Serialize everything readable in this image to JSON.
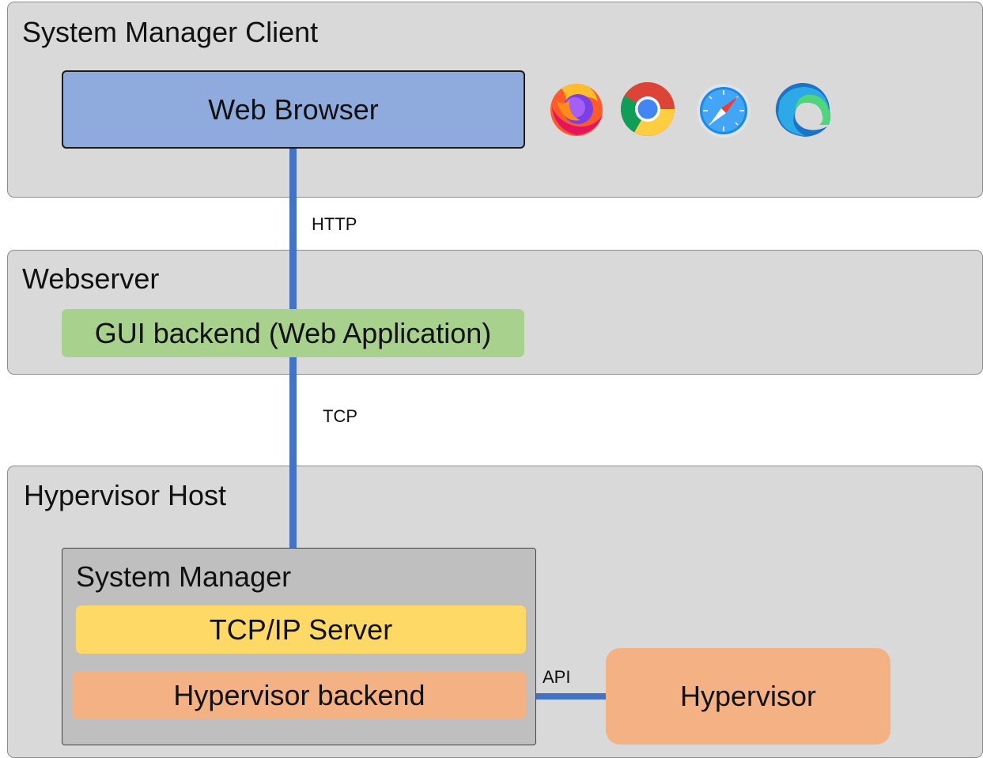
{
  "client": {
    "title": "System Manager Client",
    "browser_box": "Web Browser",
    "browser_icons": [
      "firefox-icon",
      "chrome-icon",
      "safari-icon",
      "edge-icon"
    ]
  },
  "webserver": {
    "title": "Webserver",
    "gui_backend": "GUI backend (Web Application)"
  },
  "host": {
    "title": "Hypervisor Host",
    "system_manager": {
      "title": "System Manager",
      "tcpip_server": "TCP/IP Server",
      "hypervisor_backend": "Hypervisor backend"
    },
    "hypervisor": "Hypervisor"
  },
  "connections": {
    "http": "HTTP",
    "tcp": "TCP",
    "api": "API"
  },
  "colors": {
    "panel": "#d9d9d9",
    "browser_box": "#8faadc",
    "gui_backend": "#a9d18e",
    "system_manager": "#bfbfbf",
    "tcpip_server": "#ffd966",
    "hypervisor": "#f4b183",
    "connector": "#4472c4"
  }
}
